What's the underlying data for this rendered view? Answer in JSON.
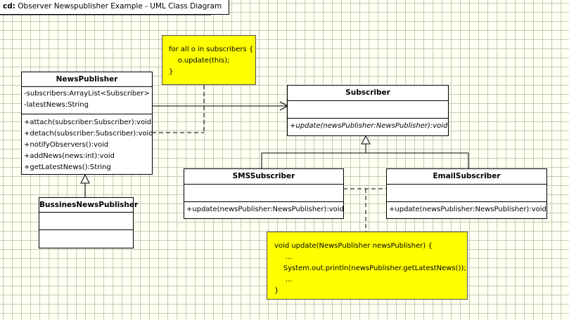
{
  "diagram": {
    "kind": "cd:",
    "title": "Observer Newspublisher Example - UML Class Diagram"
  },
  "classes": {
    "news_publisher": {
      "name": "NewsPublisher",
      "attributes": [
        "-subscribers:ArrayList<Subscriber>",
        "-latestNews:String"
      ],
      "operations": [
        "+attach(subscriber:Subscriber):void",
        "+detach(subscriber:Subscriber):void",
        "+notifyObservers():void",
        "+addNews(news:int):void",
        "+getLatestNews():String"
      ]
    },
    "subscriber": {
      "name": "Subscriber",
      "operations": [
        "+update(newsPublisher:NewsPublisher):void"
      ]
    },
    "sms_subscriber": {
      "name": "SMSSubscriber",
      "operations": [
        "+update(newsPublisher:NewsPublisher):void"
      ]
    },
    "email_subscriber": {
      "name": "EmailSubscriber",
      "operations": [
        "+update(newsPublisher:NewsPublisher):void"
      ]
    },
    "bussines_news_publisher": {
      "name": "BussinesNewsPublisher"
    }
  },
  "notes": {
    "notify_note": {
      "lines": [
        "for all o in subscribers {",
        "    o.update(this);",
        "}"
      ]
    },
    "update_note": {
      "lines": [
        "void update(NewsPublisher newsPublisher) {",
        "     ...",
        "    System.out.println(newsPublisher.getLatestNews());",
        "     ...",
        "}"
      ]
    }
  },
  "colors": {
    "background": "#fffff4",
    "grid": "#c9c9b0",
    "note_fill": "#ffff00",
    "box_fill": "#ffffff",
    "line": "#000000"
  }
}
